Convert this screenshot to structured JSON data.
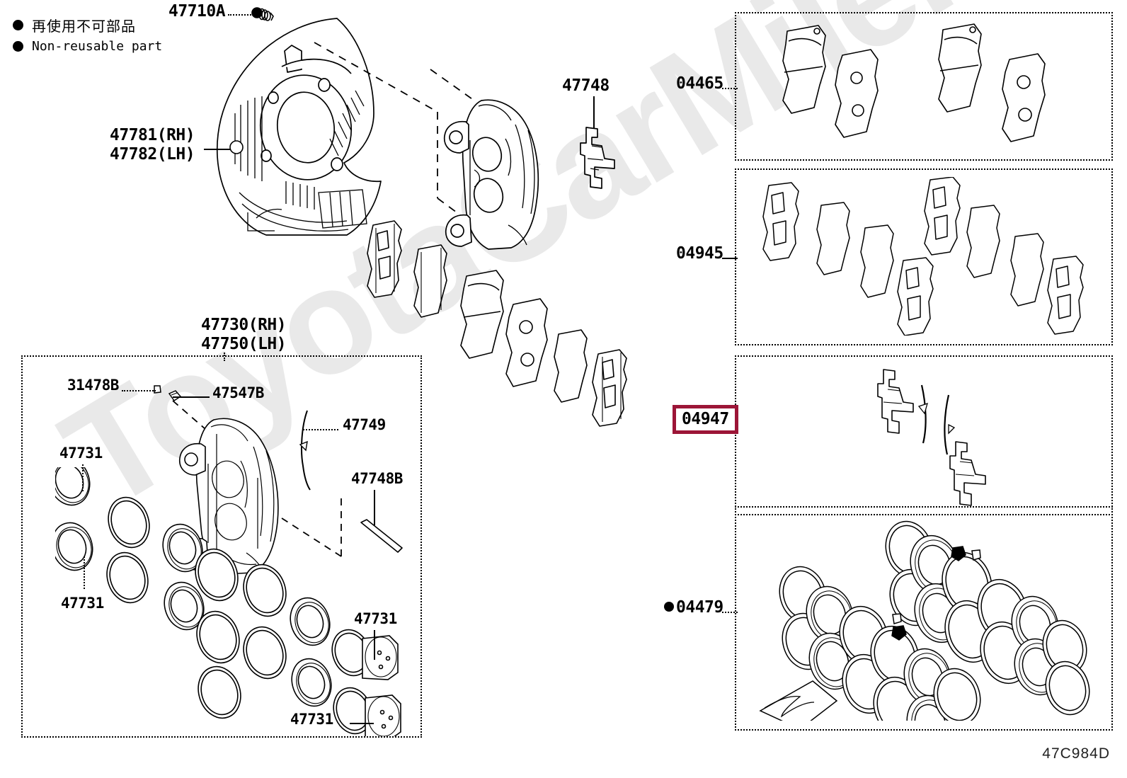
{
  "diagram": {
    "code": "47C984D",
    "watermark": "ToyotaCarMile.ru"
  },
  "legend": {
    "japanese": "再使用不可部品",
    "english": "Non-reusable part",
    "marker": "filled-circle"
  },
  "callouts": {
    "bolt_top": "47710A",
    "dust_cover_rh": "47781(RH)",
    "dust_cover_lh": "47782(LH)",
    "caliper_assy_rh": "47730(RH)",
    "caliper_assy_lh": "47750(LH)",
    "pad_support_plate": "47748",
    "bleeder_cap": "31478B",
    "bleeder_plug": "47547B",
    "clip_spring": "47749",
    "guide_pin": "47748B",
    "seal_kit_1": "47731",
    "seal_kit_2": "47731",
    "seal_kit_3": "47731",
    "seal_kit_4": "47731"
  },
  "right_panels": [
    {
      "id": "panel-04465",
      "label": "04465",
      "bullet": false,
      "highlighted": false,
      "contents": "front-disc-brake-pad-kit"
    },
    {
      "id": "panel-04945",
      "label": "04945",
      "bullet": false,
      "highlighted": false,
      "contents": "anti-squeal-shim-kit"
    },
    {
      "id": "panel-04947",
      "label": "04947",
      "bullet": false,
      "highlighted": true,
      "contents": "pad-support-plate-kit"
    },
    {
      "id": "panel-04479",
      "label": "04479",
      "bullet": true,
      "highlighted": false,
      "contents": "caliper-seal-kit"
    }
  ],
  "colors": {
    "highlight_border": "#9c1537",
    "line": "#000000",
    "watermark": "#e9e9e9",
    "background": "#ffffff"
  }
}
